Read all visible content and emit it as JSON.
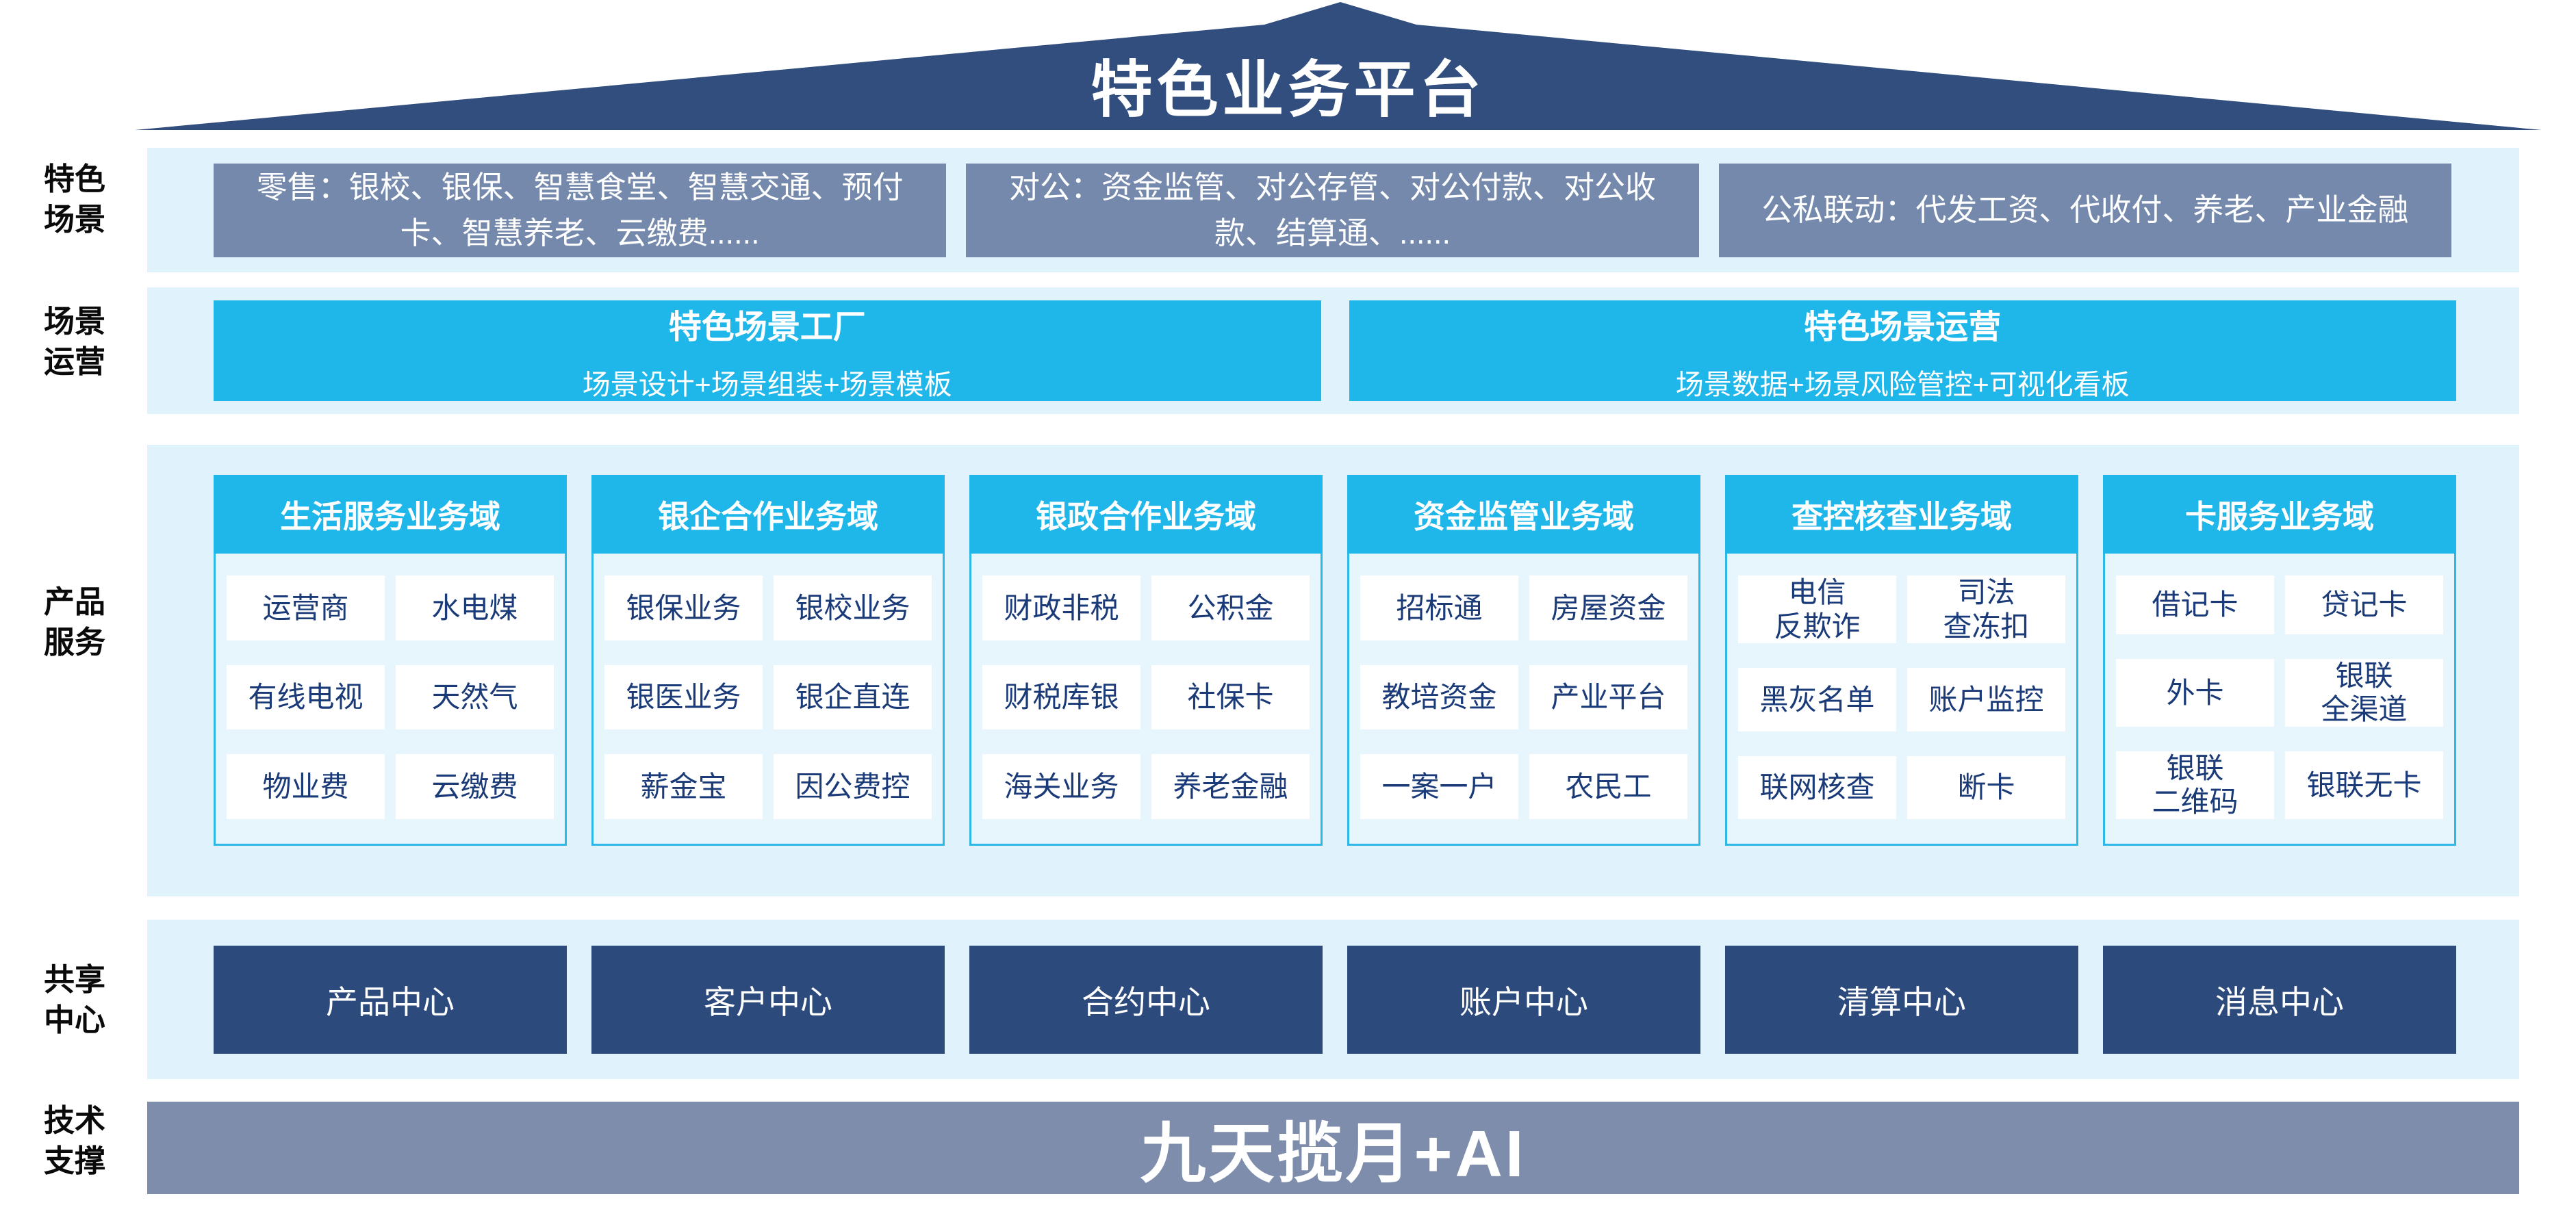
{
  "title": "特色业务平台",
  "side_labels": {
    "scenes": "特色\n场景",
    "operation": "场景\n运营",
    "products": "产品\n服务",
    "shared": "共享\n中心",
    "tech": "技术\n支撑"
  },
  "scenes": {
    "boxes": [
      "零售：银校、银保、智慧食堂、智慧交通、预付卡、智慧养老、云缴费......",
      "对公：资金监管、对公存管、对公付款、对公收款、结算通、......",
      "公私联动：代发工资、代收付、养老、产业金融"
    ]
  },
  "operation": {
    "boxes": [
      {
        "title": "特色场景工厂",
        "subtitle": "场景设计+场景组装+场景模板"
      },
      {
        "title": "特色场景运营",
        "subtitle": "场景数据+场景风险管控+可视化看板"
      }
    ]
  },
  "products": {
    "columns": [
      {
        "header": "生活服务业务域",
        "cells": [
          "运营商",
          "水电煤",
          "有线电视",
          "天然气",
          "物业费",
          "云缴费"
        ]
      },
      {
        "header": "银企合作业务域",
        "cells": [
          "银保业务",
          "银校业务",
          "银医业务",
          "银企直连",
          "薪金宝",
          "因公费控"
        ]
      },
      {
        "header": "银政合作业务域",
        "cells": [
          "财政非税",
          "公积金",
          "财税库银",
          "社保卡",
          "海关业务",
          "养老金融"
        ]
      },
      {
        "header": "资金监管业务域",
        "cells": [
          "招标通",
          "房屋资金",
          "教培资金",
          "产业平台",
          "一案一户",
          "农民工"
        ]
      },
      {
        "header": "查控核查业务域",
        "cells": [
          "电信\n反欺诈",
          "司法\n查冻扣",
          "黑灰名单",
          "账户监控",
          "联网核查",
          "断卡"
        ]
      },
      {
        "header": "卡服务业务域",
        "cells": [
          "借记卡",
          "贷记卡",
          "外卡",
          "银联\n全渠道",
          "银联\n二维码",
          "银联无卡"
        ]
      }
    ]
  },
  "shared": {
    "boxes": [
      "产品中心",
      "客户中心",
      "合约中心",
      "账户中心",
      "清算中心",
      "消息中心"
    ]
  },
  "tech": {
    "bar": "九天揽月+AI"
  },
  "colors": {
    "roof_navy": "#314E7E",
    "band_blue": "#E0F3FC",
    "scene_gray": "#7589AC",
    "cyan": "#1FB6EA",
    "cell_text_navy": "#1A3A78",
    "shared_navy": "#2C4A7C",
    "tech_slate": "#7D8DAB",
    "column_border_cyan": "#2DB8E8"
  }
}
